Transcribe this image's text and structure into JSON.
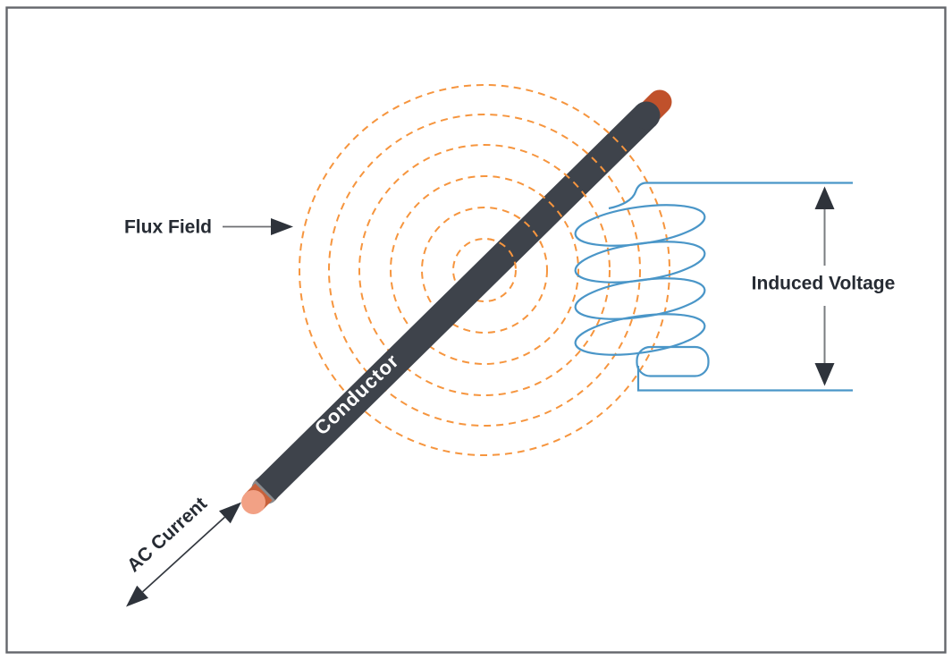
{
  "diagram": {
    "type": "electromagnetic-induction-illustration",
    "labels": {
      "flux_field": "Flux Field",
      "conductor": "Conductor",
      "ac_current": "AC Current",
      "induced_voltage": "Induced Voltage"
    },
    "flux_field": {
      "circle_count": 6,
      "line_style": "dashed",
      "color": "#F6953E"
    },
    "conductor": {
      "body_color": "#3E434B",
      "tip_color": "#C0512B",
      "copper_core_color": "#C8613B",
      "copper_face_color": "#F2A185",
      "insulation_ring_color": "#87898C"
    },
    "coil": {
      "turns": 5,
      "color": "#4A96C8"
    },
    "annotations": {
      "text_color": "#262B33",
      "arrow_line_color": "#6D6E71",
      "arrowhead_color": "#2E333B"
    },
    "canvas": {
      "background": "#FFFFFF",
      "border_color": "#64666B"
    }
  }
}
